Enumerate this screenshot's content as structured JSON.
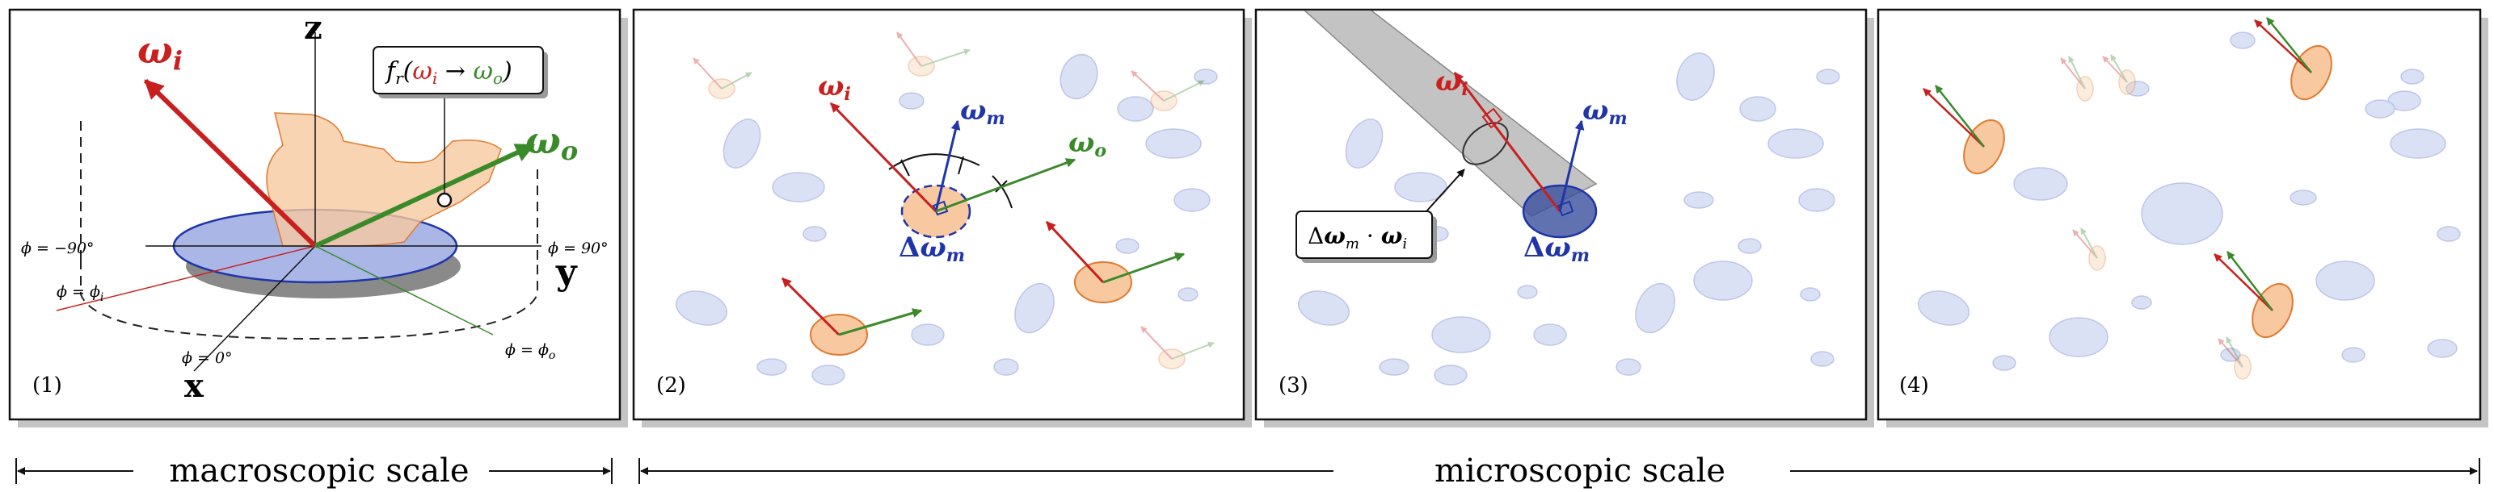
{
  "panels": [
    {
      "index_label": "(1)"
    },
    {
      "index_label": "(2)"
    },
    {
      "index_label": "(3)"
    },
    {
      "index_label": "(4)"
    }
  ],
  "panel1": {
    "axis_z": "z",
    "axis_x": "x",
    "axis_y": "y",
    "omega_i": "ω",
    "omega_i_sub": "i",
    "omega_o": "ω",
    "omega_o_sub": "o",
    "brdf_fr": "f",
    "brdf_r": "r",
    "brdf_open": "(",
    "brdf_omega_i": "ω",
    "brdf_i": "i",
    "brdf_arrow": " → ",
    "brdf_omega_o": "ω",
    "brdf_o": "o",
    "brdf_close": ")",
    "phi_minus90": "ϕ = −90°",
    "phi_90": "ϕ = 90°",
    "phi_i_label": "ϕ = ϕ",
    "phi_i_sub": "i",
    "phi_0": "ϕ = 0°",
    "phi_o_label": "ϕ = ϕ",
    "phi_o_sub": "o"
  },
  "panel2": {
    "omega_i": "ω",
    "omega_i_sub": "i",
    "omega_m": "ω",
    "omega_m_sub": "m",
    "omega_o": "ω",
    "omega_o_sub": "o",
    "delta": "Δ",
    "delta_omega": "ω",
    "delta_sub": "m"
  },
  "panel3": {
    "omega_i": "ω",
    "omega_i_sub": "i",
    "omega_m": "ω",
    "omega_m_sub": "m",
    "delta": "Δ",
    "delta_omega": "ω",
    "delta_sub": "m",
    "callout_delta": "Δ",
    "callout_omega_m": "ω",
    "callout_m": "m",
    "callout_dot": " · ",
    "callout_omega_i": "ω",
    "callout_i": "i"
  },
  "scale": {
    "macro": "macroscopic scale",
    "micro": "microscopic scale"
  },
  "colors": {
    "red": "#c8201e",
    "green": "#3a8a2a",
    "blue": "#1f35a8",
    "orange_fill": "#f8c9a0",
    "orange_stroke": "#e07a30",
    "blue_fill": "#aab6e6",
    "faint_blue": "#c9d2ef",
    "gray_beam": "#b8b8b8"
  }
}
